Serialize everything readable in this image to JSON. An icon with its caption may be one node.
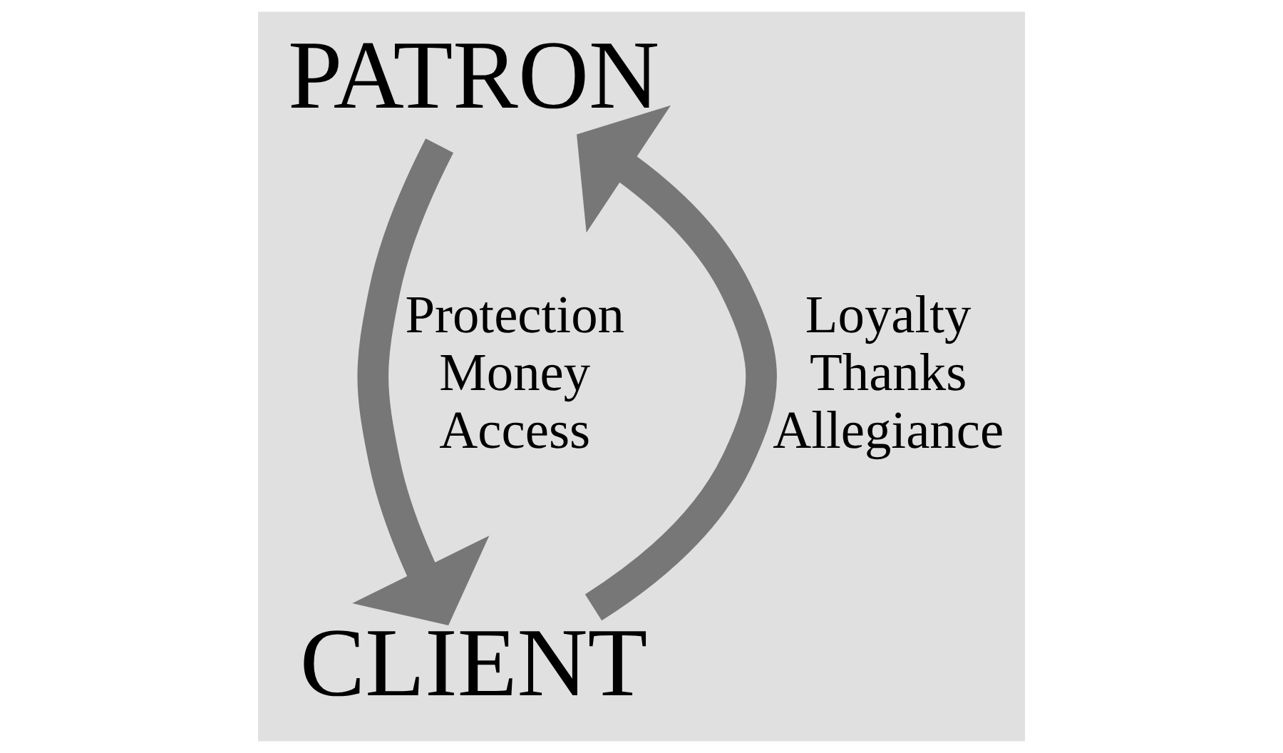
{
  "diagram": {
    "nodes": [
      {
        "text": [
          "PATRON"
        ]
      },
      {
        "text": [
          "CLIENT"
        ]
      }
    ],
    "edges": [
      {
        "from": 0,
        "to": 1,
        "arrow": "to",
        "label": "Protection Money Access"
      },
      {
        "from": 1,
        "to": 0,
        "arrow": "to",
        "label": "Loyalty Thanks Allegiance"
      }
    ]
  }
}
